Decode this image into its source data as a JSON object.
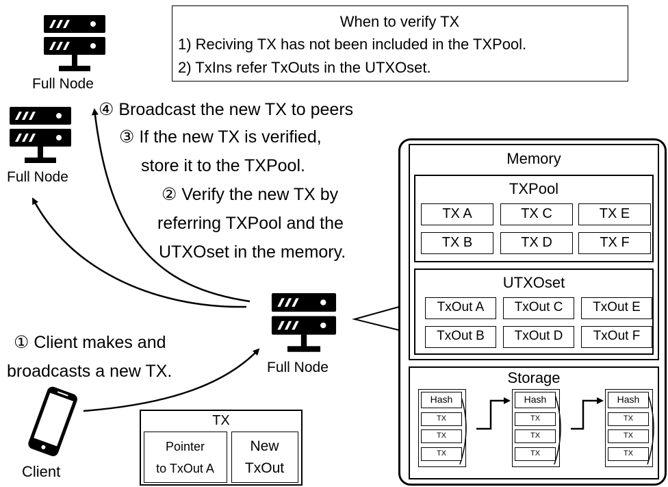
{
  "verify_note": {
    "title": "When to verify TX",
    "line1": "1) Reciving TX has not been included in the TXPool.",
    "line2": "2) TxIns refer TxOuts in the UTXOset."
  },
  "nodes": {
    "top_label": "Full Node",
    "left_label": "Full Node",
    "center_label": "Full Node",
    "client_label": "Client"
  },
  "steps": {
    "step4": "④ Broadcast the new TX to peers",
    "step3_line1": "③ If the new TX is verified,",
    "step3_line2": "store it to the TXPool.",
    "step2_line1": "② Verify the new TX by",
    "step2_line2": "referring TXPool and the",
    "step2_line3": "UTXOset in the memory.",
    "step1_line1": "① Client makes and",
    "step1_line2": "broadcasts a new TX."
  },
  "memory": {
    "title": "Memory",
    "txpool": {
      "title": "TXPool",
      "items": [
        "TX A",
        "TX C",
        "TX E",
        "TX B",
        "TX D",
        "TX F"
      ]
    },
    "utxoset": {
      "title": "UTXOset",
      "items": [
        "TxOut A",
        "TxOut C",
        "TxOut E",
        "TxOut B",
        "TxOut D",
        "TxOut F"
      ]
    }
  },
  "storage": {
    "title": "Storage",
    "blocks": [
      {
        "hash": "Hash",
        "txs": [
          "TX",
          "TX",
          "TX"
        ]
      },
      {
        "hash": "Hash",
        "txs": [
          "TX",
          "TX",
          "TX"
        ]
      },
      {
        "hash": "Hash",
        "txs": [
          "TX",
          "TX",
          "TX"
        ]
      }
    ]
  },
  "tx_box": {
    "title": "TX",
    "pointer_line1": "Pointer",
    "pointer_line2": "to TxOut A",
    "new_line1": "New",
    "new_line2": "TxOut"
  },
  "icons": [
    "server-icon",
    "smartphone-icon"
  ]
}
